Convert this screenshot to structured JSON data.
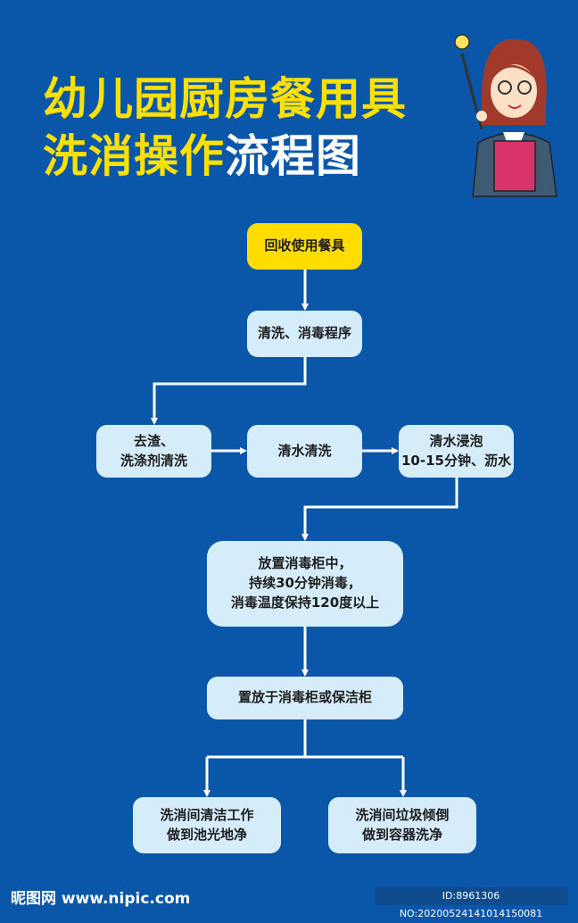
{
  "title": {
    "line1": "幼儿园厨房餐用具",
    "line2_yellow": "洗消操作",
    "line2_white": "流程图"
  },
  "steps": {
    "collect": [
      "回收使用餐具"
    ],
    "program": [
      "清洗、消毒程序"
    ],
    "scrape": [
      "去渣、",
      "洗涤剂清洗"
    ],
    "rinse": [
      "清水清洗"
    ],
    "soak": [
      "清水浸泡",
      "10-15分钟、沥水"
    ],
    "disinfect": [
      "放置消毒柜中，",
      "持续30分钟消毒，",
      "消毒温度保持120度以上"
    ],
    "store": [
      "置放于消毒柜或保洁柜"
    ],
    "clean_room": [
      "洗消间清洁工作",
      "做到池光地净"
    ],
    "garbage": [
      "洗消间垃圾倾倒",
      "做到容器洗净"
    ]
  },
  "footer": {
    "logo": "昵图网 www.nipic.com",
    "id": "ID:8961306 NO:20200524141014150081"
  },
  "colors": {
    "background": "#0a57a9",
    "box": "#d5edfb",
    "accent": "#ffdc00"
  }
}
